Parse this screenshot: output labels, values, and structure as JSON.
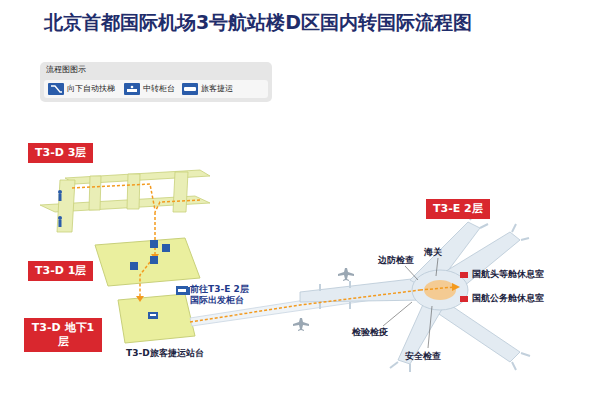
{
  "diagram": {
    "title": "北京首都国际机场3号航站楼D区国内转国际流程图",
    "nodes": [
      {
        "text": [
          "T3-D 3层"
        ]
      },
      {
        "text": [
          "T3-E 2层"
        ]
      },
      {
        "text": [
          "T3-D 1层"
        ]
      },
      {
        "text": [
          "T3-D 地下1层"
        ]
      }
    ],
    "labels": [
      "流程图图示",
      "前往T3-E 2层 国际出发柜台",
      "T3-D旅客捷运站台",
      "边防检查",
      "海关",
      "国航头等舱休息室",
      "国航公务舱休息室",
      "检验检疫",
      "安全检查"
    ],
    "legend": [
      {
        "text": "向下自动扶梯"
      },
      {
        "text": "中转柜台"
      },
      {
        "text": "旅客捷运"
      }
    ]
  }
}
